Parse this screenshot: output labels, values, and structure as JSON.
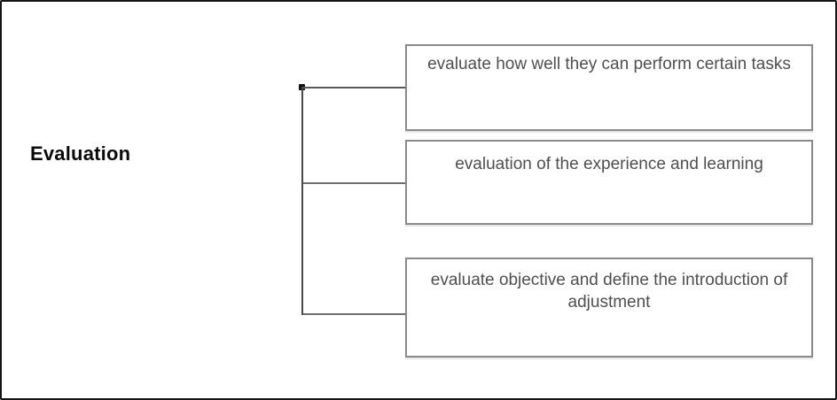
{
  "diagram": {
    "root": {
      "label": "Evaluation"
    },
    "nodes": [
      {
        "id": "perform-tasks",
        "label": "evaluate how well they can perform certain tasks"
      },
      {
        "id": "experience-learning",
        "label": "evaluation of the experience and learning"
      },
      {
        "id": "objective-adjustment",
        "label": "evaluate objective and define the introduction of adjustment"
      }
    ],
    "colors": {
      "frame_border": "#141414",
      "box_border": "#8a8a8a",
      "box_text": "#4f4f4f",
      "connector": "#6f6f6f",
      "root_text": "#0a0a0a",
      "background": "#ffffff"
    }
  }
}
